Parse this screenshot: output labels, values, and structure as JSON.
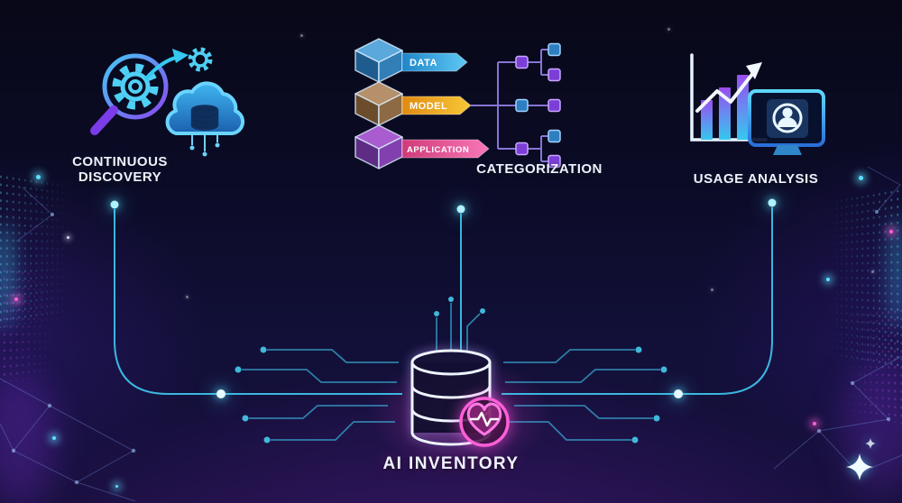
{
  "diagram": {
    "center": {
      "label": "AI INVENTORY",
      "icon": "database-heart-icon"
    },
    "branches": [
      {
        "id": "discovery",
        "label": "CONTINUOUS DISCOVERY",
        "label_lines": [
          "CONTINUOUS",
          "DISCOVERY"
        ],
        "icons": [
          "magnifier-gear-icon",
          "arrow-up-right-icon",
          "gear-icon",
          "cloud-database-icon"
        ]
      },
      {
        "id": "categorization",
        "label": "CATEGORIZATION",
        "layers": [
          {
            "label": "DATA",
            "color": "#2f9fe0"
          },
          {
            "label": "MODEL",
            "color": "#f2a71b"
          },
          {
            "label": "APPLICATION",
            "color": "#ef5d94"
          }
        ],
        "icons": [
          "cube-stack-icon",
          "hierarchy-tree-icon"
        ]
      },
      {
        "id": "usage",
        "label": "USAGE ANALYSIS",
        "icons": [
          "bar-chart-arrow-icon",
          "monitor-user-icon"
        ]
      }
    ],
    "colors": {
      "background_top": "#080818",
      "background_bottom": "#170f3c",
      "accent_cyan": "#3fc9f2",
      "accent_purple": "#8a48f0",
      "accent_pink": "#ff4fd8",
      "ribbon_data": "#2f9fe0",
      "ribbon_model": "#f2a71b",
      "ribbon_application": "#ef5d94",
      "text": "#eef2ff"
    },
    "decor_icons": [
      "sparkle-icon",
      "circuit-lines",
      "dot-matrix",
      "constellation"
    ]
  }
}
